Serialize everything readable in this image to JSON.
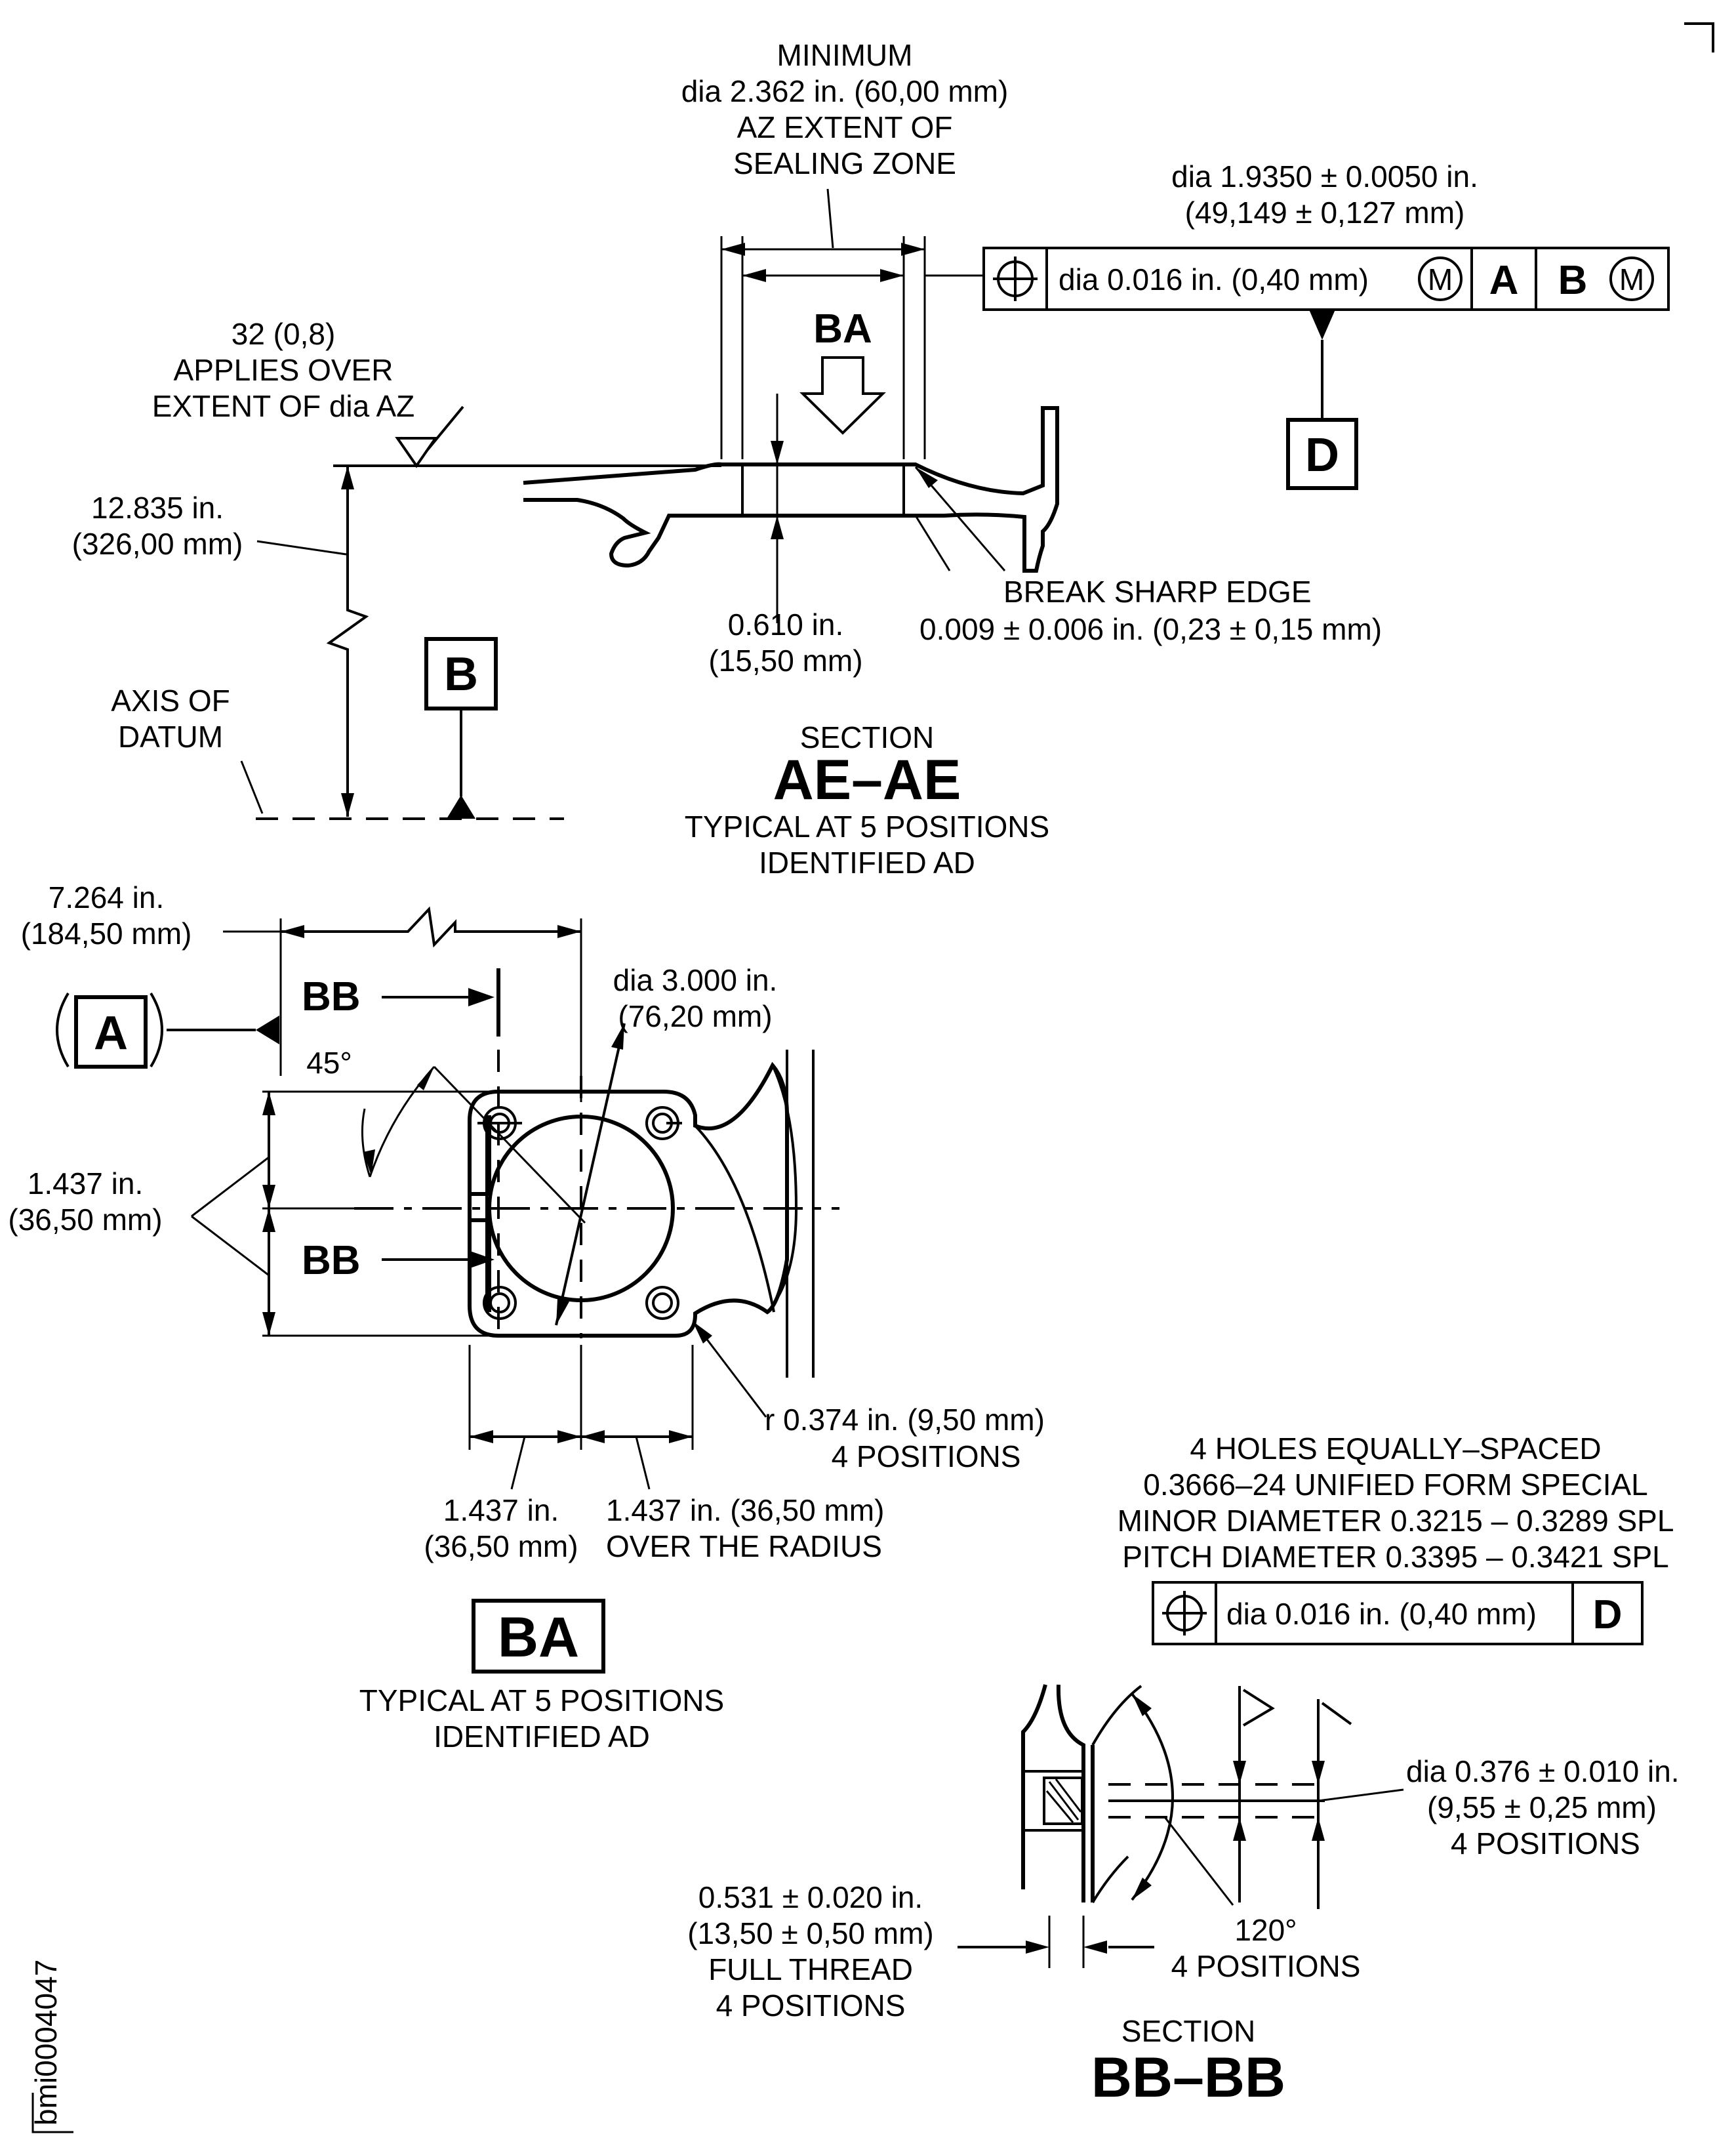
{
  "drawing_id": "bmi0004047",
  "section_ae": {
    "min_lines": [
      "MINIMUM",
      "dia 2.362 in. (60,00 mm)",
      "AZ EXTENT OF",
      "SEALING ZONE"
    ],
    "tol_lines": [
      "dia 1.9350 ± 0.0050 in.",
      "(49,149 ± 0,127 mm)"
    ],
    "frame": {
      "value": "dia 0.016 in. (0,40 mm)",
      "mod1": "M",
      "datum1": "A",
      "datum2": "B",
      "mod2": "M"
    },
    "view_label": "BA",
    "datum_d": "D",
    "finish_lines": [
      "32 (0,8)",
      "APPLIES OVER",
      "EXTENT OF dia AZ"
    ],
    "height_lines": [
      "12.835 in.",
      "(326,00 mm)"
    ],
    "depth_lines": [
      "0.610 in.",
      "(15,50 mm)"
    ],
    "edge_lines": [
      "BREAK SHARP EDGE",
      "0.009 ± 0.006 in. (0,23 ± 0,15 mm)"
    ],
    "datum_b": "B",
    "axis_lines": [
      "AXIS OF",
      "DATUM"
    ],
    "title_small": "SECTION",
    "title": "AE–AE",
    "typ_lines": [
      "TYPICAL AT 5 POSITIONS",
      "IDENTIFIED AD"
    ]
  },
  "view_ba": {
    "offset_lines": [
      "7.264 in.",
      "(184,50 mm)"
    ],
    "datum_a": "A",
    "bb_top": "BB",
    "bb_bottom": "BB",
    "angle": "45°",
    "dia_lines": [
      "dia 3.000 in.",
      "(76,20 mm)"
    ],
    "height_lines": [
      "1.437 in.",
      "(36,50 mm)"
    ],
    "radius_lines": [
      "r 0.374 in. (9,50 mm)",
      "4 POSITIONS"
    ],
    "left_dim_lines": [
      "1.437 in.",
      "(36,50 mm)"
    ],
    "right_dim_lines": [
      "1.437 in. (36,50 mm)",
      "OVER THE RADIUS"
    ],
    "title": "BA",
    "typ_lines": [
      "TYPICAL AT 5 POSITIONS",
      "IDENTIFIED AD"
    ]
  },
  "section_bb": {
    "holes_lines": [
      "4 HOLES EQUALLY–SPACED",
      "0.3666–24 UNIFIED FORM SPECIAL",
      "MINOR DIAMETER 0.3215 – 0.3289 SPL",
      "PITCH DIAMETER 0.3395 – 0.3421 SPL"
    ],
    "frame": {
      "value": "dia 0.016 in. (0,40 mm)",
      "datum": "D"
    },
    "counterbore_lines": [
      "dia 0.376 ± 0.010 in.",
      "(9,55 ± 0,25 mm)",
      "4 POSITIONS"
    ],
    "thread_lines": [
      "0.531 ± 0.020 in.",
      "(13,50 ± 0,50 mm)",
      "FULL THREAD",
      "4 POSITIONS"
    ],
    "angle_lines": [
      "120°",
      "4 POSITIONS"
    ],
    "title_small": "SECTION",
    "title": "BB–BB"
  }
}
